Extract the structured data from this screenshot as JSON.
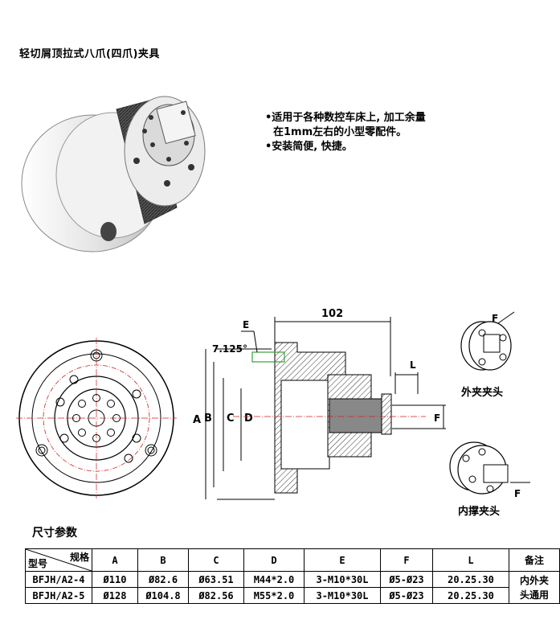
{
  "title": "轻切屑顶拉式八爪(四爪)夹具",
  "bullets": {
    "line1": "•适用于各种数控车床上, 加工余量",
    "line2": "在1mm左右的小型零配件。",
    "line3": "•安装简便, 快捷。"
  },
  "drawing": {
    "dim_length": "102",
    "dim_angle": "7.125°",
    "label_E": "E",
    "label_L": "L",
    "label_A": "A",
    "label_B": "B",
    "label_C": "C",
    "label_D": "D",
    "label_F": "F",
    "label_F_top": "F",
    "label_F_bottom": "F",
    "caption_outer": "外夹夹头",
    "caption_inner": "内撑夹头"
  },
  "section_title": "尺寸参数",
  "table": {
    "corner_top": "规格",
    "corner_bottom": "型号",
    "headers": [
      "A",
      "B",
      "C",
      "D",
      "E",
      "F",
      "L"
    ],
    "note_header": "备注",
    "rows": [
      {
        "model": "BFJH/A2-4",
        "A": "Ø110",
        "B": "Ø82.6",
        "C": "Ø63.51",
        "D": "M44*2.0",
        "E": "3-M10*30L",
        "F": "Ø5-Ø23",
        "L": "20.25.30"
      },
      {
        "model": "BFJH/A2-5",
        "A": "Ø128",
        "B": "Ø104.8",
        "C": "Ø82.56",
        "D": "M55*2.0",
        "E": "3-M10*30L",
        "F": "Ø5-Ø23",
        "L": "20.25.30"
      }
    ],
    "note_line1": "内外夹",
    "note_line2": "头通用"
  },
  "colors": {
    "ink": "#000000",
    "centerline": "#d02020",
    "hatch": "#333333",
    "highlight": "#3aa03a"
  }
}
